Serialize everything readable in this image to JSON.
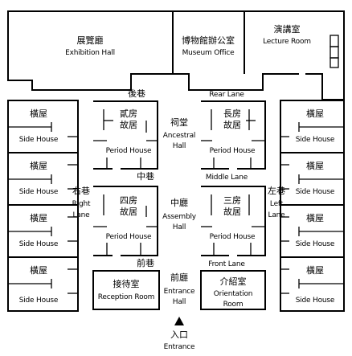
{
  "rooms": {
    "exhibition_hall": {
      "cn": "展覽廳",
      "en": "Exhibition Hall"
    },
    "museum_office": {
      "cn": "博物館辦公室",
      "en": "Museum Office"
    },
    "lecture_room": {
      "cn": "演講室",
      "en": "Lecture Room"
    },
    "side_house": {
      "cn": "橫屋",
      "en": "Side House"
    },
    "second_house": {
      "cn1": "貳房",
      "cn2": "故居",
      "en": "Period House"
    },
    "first_house": {
      "cn1": "長房",
      "cn2": "故居",
      "en": "Period House"
    },
    "fourth_house": {
      "cn1": "四房",
      "cn2": "故居",
      "en": "Period House"
    },
    "third_house": {
      "cn1": "三房",
      "cn2": "故居",
      "en": "Period House"
    },
    "reception_room": {
      "cn": "接待室",
      "en": "Reception Room"
    },
    "orientation_room": {
      "cn": "介紹室",
      "en1": "Orientation",
      "en2": "Room"
    }
  },
  "halls": {
    "ancestral": {
      "cn": "祠堂",
      "en1": "Ancestral",
      "en2": "Hall"
    },
    "assembly": {
      "cn": "中廳",
      "en1": "Assembly",
      "en2": "Hall"
    },
    "entrance_hall": {
      "cn": "前廳",
      "en1": "Entrance",
      "en2": "Hall"
    }
  },
  "lanes": {
    "rear": {
      "cn": "後巷",
      "en": "Rear Lane"
    },
    "middle": {
      "cn": "中巷",
      "en": "Middle Lane"
    },
    "front": {
      "cn": "前巷",
      "en": "Front Lane"
    },
    "right": {
      "cn": "右巷",
      "en1": "Right",
      "en2": "Lane"
    },
    "left": {
      "cn": "左巷",
      "en1": "Left",
      "en2": "Lane"
    }
  },
  "entrance": {
    "cn": "入口",
    "en": "Entrance",
    "marker": "entrance-arrow-icon"
  }
}
